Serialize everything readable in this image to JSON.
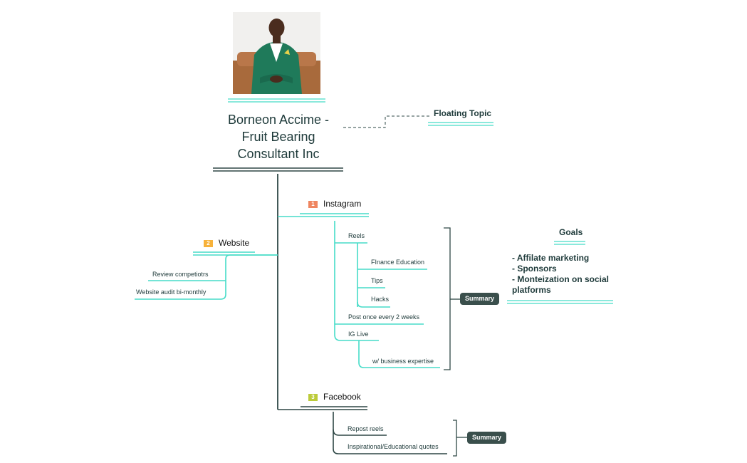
{
  "central": {
    "title": "Borneon Accime - Fruit Bearing Consultant Inc"
  },
  "floating_topic": {
    "label": "Floating Topic"
  },
  "branches": {
    "instagram": {
      "number": "1",
      "label": "Instagram",
      "reels": "Reels",
      "finance_education": "FInance Education",
      "tips": "Tips",
      "hacks": "Hacks",
      "post_frequency": "Post once every 2 weeks",
      "ig_live": "IG Live",
      "business_expertise": "w/ business expertise",
      "summary": "Summary"
    },
    "website": {
      "number": "2",
      "label": "Website",
      "review": "Review competiotrs",
      "audit": "Website audit bi-monthly"
    },
    "facebook": {
      "number": "3",
      "label": "Facebook",
      "repost": "Repost reels",
      "quotes": "Inspirational/Educational quotes",
      "summary": "Summary"
    }
  },
  "goals": {
    "title": "Goals",
    "items": [
      "- Affilate marketing",
      "- Sponsors",
      "- Monteization on social",
      "platforms"
    ]
  },
  "colors": {
    "teal": "#46dcc8",
    "dark": "#2e4745",
    "badge_1": "#ef8560",
    "badge_2": "#f7b23b",
    "badge_3": "#bccb3a",
    "summary_bg": "#3a4f4c"
  }
}
